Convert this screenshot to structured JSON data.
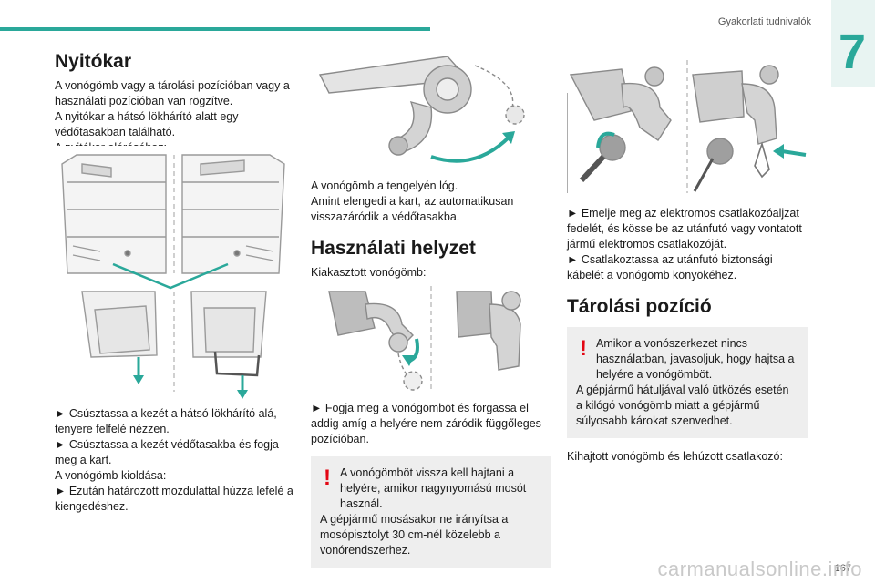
{
  "header": {
    "chapter_title": "Gyakorlati tudnivalók",
    "chapter_number": "7",
    "accent_color": "#2aa89a",
    "warning_color": "#e30613"
  },
  "col1": {
    "heading": "Nyitókar",
    "intro": [
      "A vonógömb vagy a tárolási pozícióban vagy a használati pozícióban van rögzítve.",
      "A nyitókar a hátsó lökhárító alatt egy védőtasakban található.",
      "A nyitókar eléréséhez:"
    ],
    "steps": [
      "► Csúsztassa a kezét a hátsó lökhárító alá, tenyere felfelé nézzen.",
      "► Csúsztassa a kezét védőtasakba és fogja meg a kart.",
      "A vonógömb kioldása:",
      "► Ezután határozott mozdulattal húzza lefelé a kiengedéshez."
    ]
  },
  "col2": {
    "caption": [
      "A vonógömb a tengelyén lóg.",
      "Amint elengedi a kart, az automatikusan visszazáródik a védőtasakba."
    ],
    "heading": "Használati helyzet",
    "subtitle": "Kiakasztott vonógömb:",
    "step": "► Fogja meg a vonógömböt és forgassa el addig amíg a helyére nem záródik függőleges pozícióban.",
    "warning": [
      "A vonógömböt vissza kell hajtani a helyére, amikor nagynyomású mosót használ.",
      "A gépjármű mosásakor ne irányítsa a mosópisztolyt 30 cm-nél közelebb a vonórendszerhez."
    ]
  },
  "col3": {
    "steps": [
      "► Emelje meg az elektromos csatlakozóaljzat fedelét, és kösse be az utánfutó vagy vontatott jármű elektromos csatlakozóját.",
      "► Csatlakoztassa az utánfutó biztonsági kábelét a vonógömb könyökéhez."
    ],
    "heading": "Tárolási pozíció",
    "warning": [
      "Amikor a vonószerkezet nincs használatban, javasoljuk, hogy hajtsa a helyére a vonógömböt.",
      "A gépjármű hátuljával való ütközés esetén a kilógó vonógömb miatt a gépjármű súlyosabb károkat szenvedhet."
    ],
    "closing": "Kihajtott vonógömb és lehúzott csatlakozó:"
  },
  "footer": {
    "page_number": "167",
    "watermark": "carmanualsonline.info"
  }
}
